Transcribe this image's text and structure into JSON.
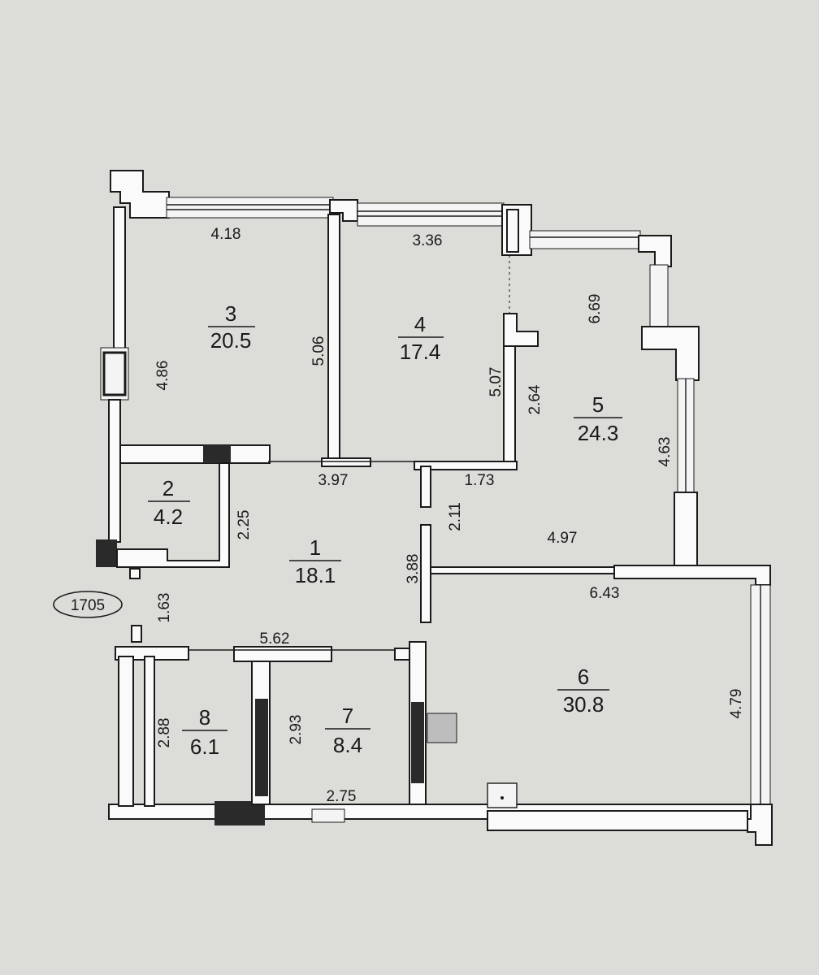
{
  "plan_id": "1705",
  "rooms": [
    {
      "number": "1",
      "area": "18.1"
    },
    {
      "number": "2",
      "area": "4.2"
    },
    {
      "number": "3",
      "area": "20.5"
    },
    {
      "number": "4",
      "area": "17.4"
    },
    {
      "number": "5",
      "area": "24.3"
    },
    {
      "number": "6",
      "area": "30.8"
    },
    {
      "number": "7",
      "area": "8.4"
    },
    {
      "number": "8",
      "area": "6.1"
    }
  ],
  "dimensions": [
    "4.18",
    "3.36",
    "6.69",
    "4.86",
    "5.06",
    "5.07",
    "2.64",
    "4.63",
    "3.97",
    "1.73",
    "2.25",
    "2.11",
    "4.97",
    "3.88",
    "6.43",
    "1.63",
    "5.62",
    "4.79",
    "2.88",
    "2.93",
    "2.75"
  ]
}
